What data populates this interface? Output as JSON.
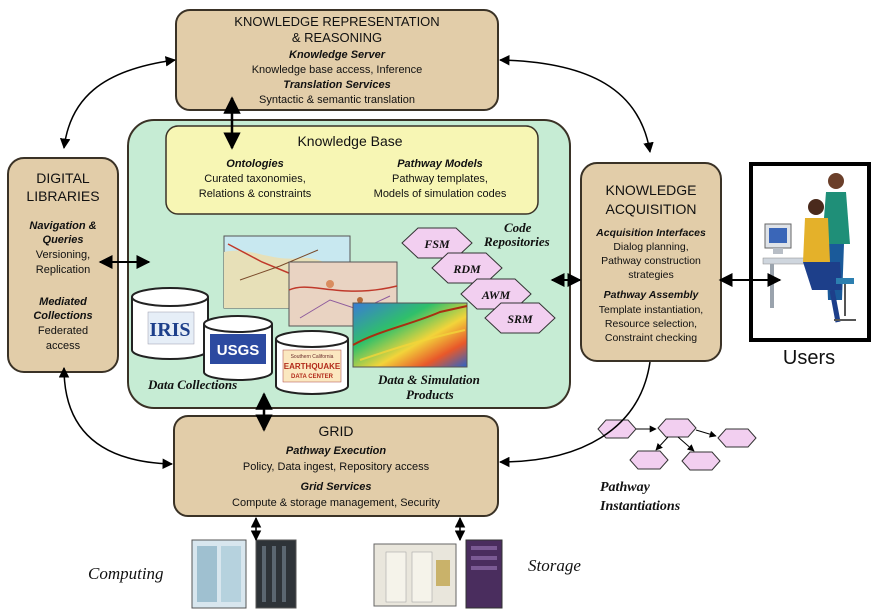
{
  "kr": {
    "title_line1": "KNOWLEDGE REPRESENTATION",
    "title_line2": "& REASONING",
    "server_heading": "Knowledge Server",
    "server_text": "Knowledge base access, Inference",
    "translation_heading": "Translation Services",
    "translation_text": "Syntactic & semantic translation"
  },
  "dl": {
    "title_line1": "DIGITAL",
    "title_line2": "LIBRARIES",
    "nav_heading_line1": "Navigation &",
    "nav_heading_line2": "Queries",
    "nav_text_line1": "Versioning,",
    "nav_text_line2": "Replication",
    "mediated_heading_line1": "Mediated",
    "mediated_heading_line2": "Collections",
    "mediated_text_line1": "Federated",
    "mediated_text_line2": "access"
  },
  "kb": {
    "title": "Knowledge Base",
    "ontologies_heading": "Ontologies",
    "ontologies_line1": "Curated taxonomies,",
    "ontologies_line2": "Relations & constraints",
    "pathway_heading": "Pathway Models",
    "pathway_line1": "Pathway templates,",
    "pathway_line2": "Models of simulation codes",
    "code_repos_line1": "Code",
    "code_repos_line2": "Repositories",
    "codes": [
      "FSM",
      "RDM",
      "AWM",
      "SRM"
    ],
    "data_collections": "Data Collections",
    "data_sim_line1": "Data & Simulation",
    "data_sim_line2": "Products",
    "logos": {
      "iris": "IRIS",
      "usgs": "USGS",
      "scedc_line1": "Southern California",
      "scedc_line2": "EARTHQUAKE",
      "scedc_line3": "DATA CENTER"
    }
  },
  "ka": {
    "title_line1": "KNOWLEDGE",
    "title_line2": "ACQUISITION",
    "acq_heading": "Acquisition Interfaces",
    "acq_line1": "Dialog planning,",
    "acq_line2": "Pathway construction",
    "acq_line3": "strategies",
    "assembly_heading": "Pathway Assembly",
    "assembly_line1": "Template instantiation,",
    "assembly_line2": "Resource selection,",
    "assembly_line3": "Constraint checking"
  },
  "grid": {
    "title": "GRID",
    "exec_heading": "Pathway Execution",
    "exec_text": "Policy, Data ingest, Repository access",
    "services_heading": "Grid Services",
    "services_text": "Compute & storage management, Security"
  },
  "users_label": "Users",
  "pathway_instantiations_line1": "Pathway",
  "pathway_instantiations_line2": "Instantiations",
  "computing_label": "Computing",
  "storage_label": "Storage",
  "colors": {
    "box_fill": "#e2cda9",
    "box_stroke": "#3a3226",
    "kb_outer": "#c6ecd4",
    "kb_inner": "#f7f6b4",
    "hexagon": "#f2cff0",
    "users_frame": "#000000"
  }
}
